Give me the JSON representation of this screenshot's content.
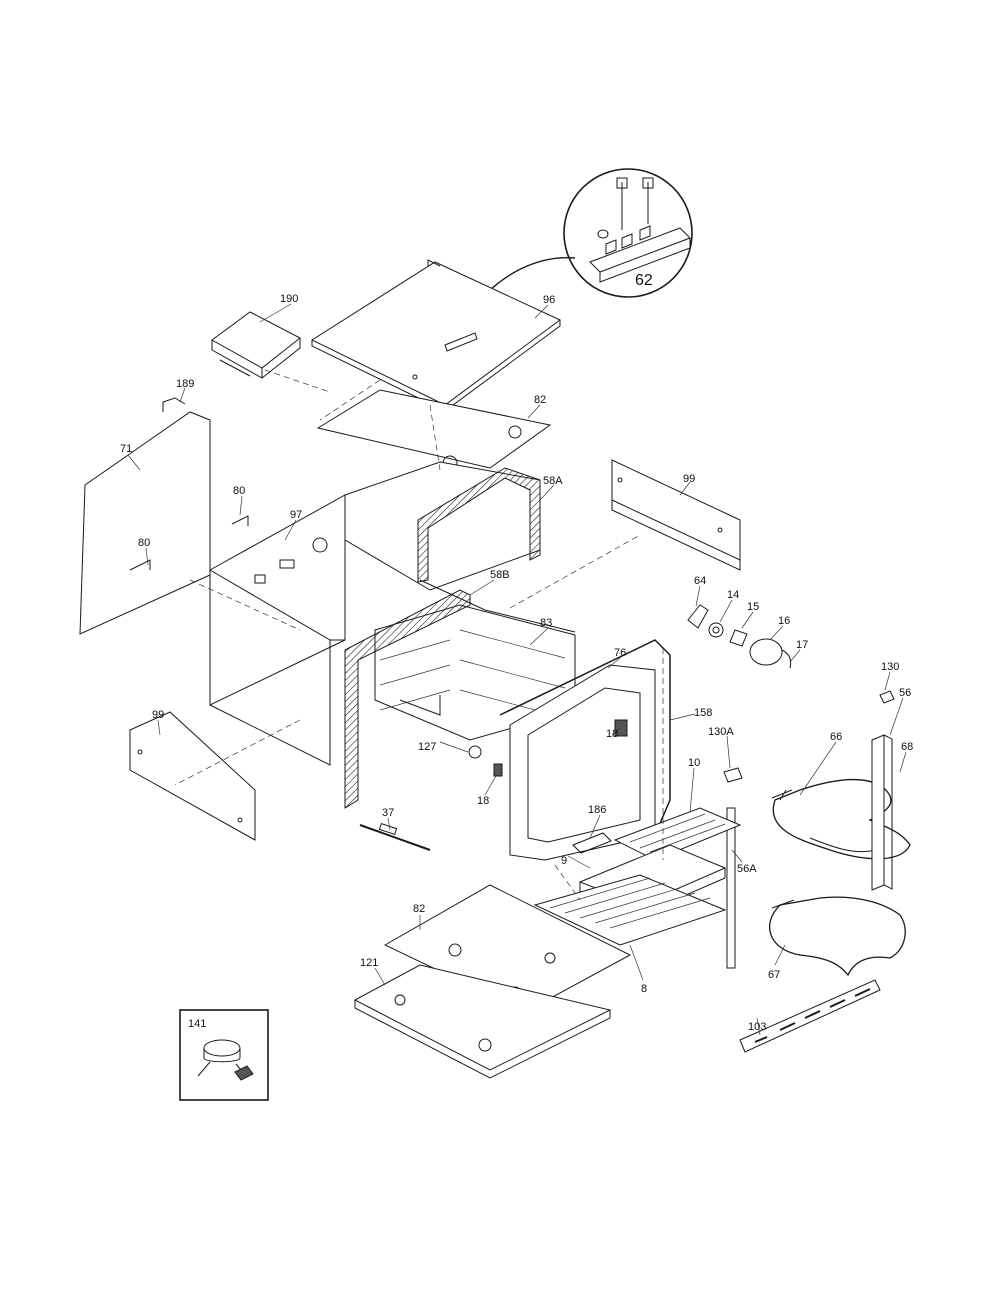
{
  "part_labels": [
    {
      "id": "p62",
      "text": "62"
    },
    {
      "id": "p190",
      "text": "190"
    },
    {
      "id": "p96",
      "text": "96"
    },
    {
      "id": "p189",
      "text": "189"
    },
    {
      "id": "p82top",
      "text": "82"
    },
    {
      "id": "p71",
      "text": "71"
    },
    {
      "id": "p80a",
      "text": "80"
    },
    {
      "id": "p97",
      "text": "97"
    },
    {
      "id": "p58a",
      "text": "58A"
    },
    {
      "id": "p99top",
      "text": "99"
    },
    {
      "id": "p80b",
      "text": "80"
    },
    {
      "id": "p58b",
      "text": "58B"
    },
    {
      "id": "p64",
      "text": "64"
    },
    {
      "id": "p14",
      "text": "14"
    },
    {
      "id": "p15",
      "text": "15"
    },
    {
      "id": "p83",
      "text": "83"
    },
    {
      "id": "p16",
      "text": "16"
    },
    {
      "id": "p17",
      "text": "17"
    },
    {
      "id": "p76",
      "text": "76"
    },
    {
      "id": "p158",
      "text": "158"
    },
    {
      "id": "p130",
      "text": "130"
    },
    {
      "id": "p56",
      "text": "56"
    },
    {
      "id": "p99bot",
      "text": "99"
    },
    {
      "id": "p130a",
      "text": "130A"
    },
    {
      "id": "p18a",
      "text": "18"
    },
    {
      "id": "p66",
      "text": "66"
    },
    {
      "id": "p68",
      "text": "68"
    },
    {
      "id": "p127",
      "text": "127"
    },
    {
      "id": "p10",
      "text": "10"
    },
    {
      "id": "p18b",
      "text": "18"
    },
    {
      "id": "p186",
      "text": "186"
    },
    {
      "id": "p37",
      "text": "37"
    },
    {
      "id": "p9",
      "text": "9"
    },
    {
      "id": "p56a",
      "text": "56A"
    },
    {
      "id": "p82bot",
      "text": "82"
    },
    {
      "id": "p121",
      "text": "121"
    },
    {
      "id": "p8",
      "text": "8"
    },
    {
      "id": "p67",
      "text": "67"
    },
    {
      "id": "p103",
      "text": "103"
    },
    {
      "id": "p141",
      "text": "141"
    }
  ]
}
